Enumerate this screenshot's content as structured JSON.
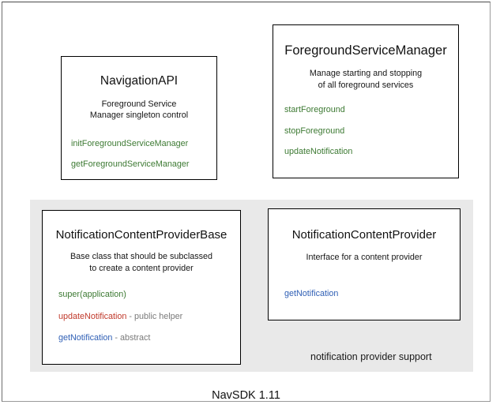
{
  "slide": {
    "footer_caption": "NavSDK 1.11"
  },
  "group_panel": {
    "label": "notification provider support",
    "background_color": "#e9e9e9"
  },
  "palette": {
    "green": "#3d7a33",
    "red": "#c0392b",
    "blue": "#2f5fb5",
    "note_gray": "#7a7a7a",
    "text_black": "#111111",
    "box_border": "#000000",
    "panel_gray": "#e9e9e9"
  },
  "boxes": [
    {
      "id": "navigation-api",
      "title": "NavigationAPI",
      "description": [
        "Foreground Service",
        "Manager singleton control"
      ],
      "members": [
        {
          "name": "initForegroundServiceManager",
          "color": "green",
          "note": ""
        },
        {
          "name": "getForegroundServiceManager",
          "color": "green",
          "note": ""
        }
      ]
    },
    {
      "id": "foreground-service-manager",
      "title": "ForegroundServiceManager",
      "description": [
        "Manage starting and stopping",
        "of all foreground services"
      ],
      "members": [
        {
          "name": "startForeground",
          "color": "green",
          "note": ""
        },
        {
          "name": "stopForeground",
          "color": "green",
          "note": ""
        },
        {
          "name": "updateNotification",
          "color": "green",
          "note": ""
        }
      ]
    },
    {
      "id": "notification-content-provider-base",
      "title": "NotificationContentProviderBase",
      "description": [
        "Base class that should be subclassed",
        "to create a content provider"
      ],
      "members": [
        {
          "name": "super(application)",
          "color": "green",
          "note": ""
        },
        {
          "name": "updateNotification",
          "color": "red",
          "note": " - public helper"
        },
        {
          "name": "getNotification",
          "color": "blue",
          "note": " - abstract"
        }
      ]
    },
    {
      "id": "notification-content-provider",
      "title": "NotificationContentProvider",
      "description": [
        "Interface for a content provider"
      ],
      "members": [
        {
          "name": "getNotification",
          "color": "blue",
          "note": ""
        }
      ]
    }
  ]
}
